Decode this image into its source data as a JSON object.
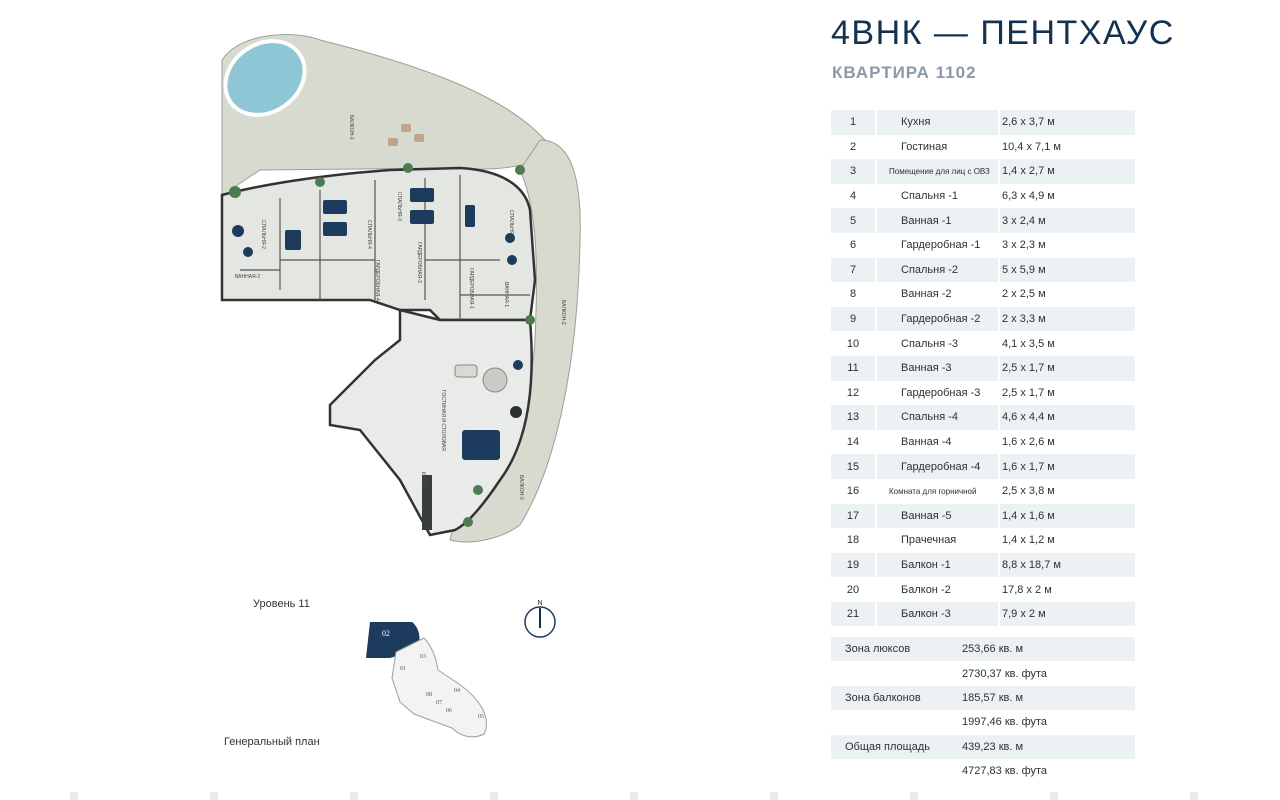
{
  "header": {
    "title": "4ВНК — ПЕНТХАУС",
    "subtitle": "КВАРТИРА 1102"
  },
  "rooms": [
    {
      "num": "1",
      "name": "Кухня",
      "size": "2,6 x 3,7 м"
    },
    {
      "num": "2",
      "name": "Гостиная",
      "size": "10,4 x 7,1 м"
    },
    {
      "num": "3",
      "name": "Помещение для лиц с ОВЗ",
      "size": "1,4 x 2,7 м",
      "small": true
    },
    {
      "num": "4",
      "name": "Спальня -1",
      "size": "6,3 x 4,9 м"
    },
    {
      "num": "5",
      "name": "Ванная -1",
      "size": "3 x 2,4 м"
    },
    {
      "num": "6",
      "name": "Гардеробная -1",
      "size": "3 x 2,3 м"
    },
    {
      "num": "7",
      "name": "Спальня -2",
      "size": "5 x 5,9 м"
    },
    {
      "num": "8",
      "name": "Ванная -2",
      "size": "2 x 2,5 м"
    },
    {
      "num": "9",
      "name": "Гардеробная -2",
      "size": "2 x 3,3 м"
    },
    {
      "num": "10",
      "name": "Спальня -3",
      "size": "4,1 x 3,5 м"
    },
    {
      "num": "11",
      "name": "Ванная -3",
      "size": "2,5 x 1,7 м"
    },
    {
      "num": "12",
      "name": "Гардеробная -3",
      "size": "2,5 x 1,7 м"
    },
    {
      "num": "13",
      "name": "Спальня -4",
      "size": "4,6 x 4,4 м"
    },
    {
      "num": "14",
      "name": "Ванная -4",
      "size": "1,6 x 2,6 м"
    },
    {
      "num": "15",
      "name": "Гардеробная -4",
      "size": "1,6 x 1,7 м"
    },
    {
      "num": "16",
      "name": "Комната для горничной",
      "size": "2,5 x 3,8 м",
      "small": true
    },
    {
      "num": "17",
      "name": "Ванная -5",
      "size": "1,4 x 1,6 м"
    },
    {
      "num": "18",
      "name": "Прачечная",
      "size": "1,4 x 1,2 м"
    },
    {
      "num": "19",
      "name": "Балкон -1",
      "size": "8,8 x 18,7 м"
    },
    {
      "num": "20",
      "name": "Балкон -2",
      "size": "17,8 x 2 м"
    },
    {
      "num": "21",
      "name": "Балкон -3",
      "size": "7,9 x 2 м"
    }
  ],
  "totals": [
    {
      "label": "Зона люксов",
      "sqm": "253,66 кв. м",
      "sqft": "2730,37 кв. фута"
    },
    {
      "label": "Зона балконов",
      "sqm": "185,57 кв. м",
      "sqft": "1997,46 кв. фута"
    },
    {
      "label": "Общая площадь",
      "sqm": "439,23 кв. м",
      "sqft": "4727,83 кв. фута"
    }
  ],
  "floorplan": {
    "level_label": "Уровень 11",
    "masterplan_label": "Генеральный план",
    "compass_label": "N",
    "unit_code": "02",
    "other_units": [
      "01",
      "03",
      "04",
      "06",
      "07",
      "08",
      "05"
    ],
    "labels": {
      "balcony1": "БАЛКОН-1",
      "balcony2": "БАЛКОН-2",
      "balcony3": "БАЛКОН-3",
      "living": "ГОСТИНАЯ И СТОЛОВАЯ",
      "kitchen": "КУХНЯ",
      "bed1": "СПАЛЬНЯ-1",
      "bed2": "СПАЛЬНЯ-2",
      "bed3": "СПАЛЬНЯ-3",
      "bed4": "СПАЛЬНЯ-4",
      "bath1": "ВАННАЯ-1",
      "bath2": "ВАННАЯ-2",
      "wardrobe1": "ГАРДЕРОБНАЯ-1",
      "wardrobe3": "ГАРДЕРОБНАЯ-3",
      "wardrobe4": "ГАРДЕРОБНАЯ-4"
    }
  },
  "colors": {
    "brand": "#14314f",
    "accent_map": "#1d3b5c",
    "row_shade": "#ecf1f4",
    "balcony_fill": "#d6d9cf",
    "pool": "#8ec6d6"
  }
}
